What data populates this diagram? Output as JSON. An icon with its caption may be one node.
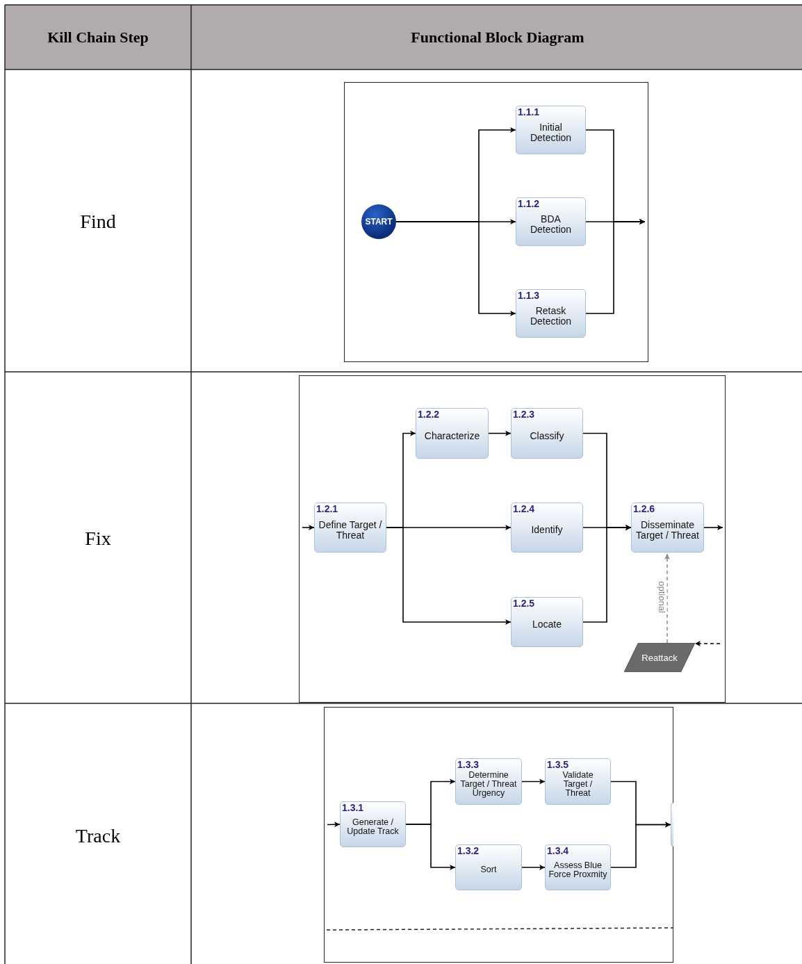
{
  "diagram": {
    "nodes": [
      {
        "text": [
          "START"
        ]
      },
      {
        "text": [
          "1.1.1",
          "Initial Detection"
        ]
      },
      {
        "text": [
          "1.1.2",
          "BDA Detection"
        ]
      },
      {
        "text": [
          "1.1.3",
          "Retask Detection"
        ]
      },
      {
        "text": [
          "1.2.1",
          "Define Target / Threat"
        ]
      },
      {
        "text": [
          "1.2.2",
          "Characterize"
        ]
      },
      {
        "text": [
          "1.2.3",
          "Classify"
        ]
      },
      {
        "text": [
          "1.2.4",
          "Identify"
        ]
      },
      {
        "text": [
          "1.2.5",
          "Locate"
        ]
      },
      {
        "text": [
          "1.2.6",
          "Disseminate Target / Threat"
        ]
      },
      {
        "text": [
          "Reattack"
        ]
      },
      {
        "text": [
          "1.3.1",
          "Generate / Update Track"
        ]
      },
      {
        "text": [
          "1.3.3",
          "Determine Target / Threat Urgency"
        ]
      },
      {
        "text": [
          "1.3.5",
          "Validate Target / Threat"
        ]
      },
      {
        "text": [
          "1.3.2",
          "Sort"
        ]
      },
      {
        "text": [
          "1.3.4",
          "Assess Blue Force Proxmity"
        ]
      },
      {
        "text": [],
        "shape": "box"
      }
    ],
    "edges": [
      {
        "from": 0,
        "to": 1,
        "arrow": "to"
      },
      {
        "from": 0,
        "to": 2,
        "arrow": "to"
      },
      {
        "from": 0,
        "to": 3,
        "arrow": "to"
      },
      {
        "from": 1,
        "to": null,
        "arrow": "to"
      },
      {
        "from": 2,
        "to": null,
        "arrow": "to"
      },
      {
        "from": 3,
        "to": null,
        "arrow": "to"
      },
      {
        "from": null,
        "to": 4,
        "arrow": "to"
      },
      {
        "from": 4,
        "to": 5,
        "arrow": "to"
      },
      {
        "from": 4,
        "to": 7,
        "arrow": "to"
      },
      {
        "from": 4,
        "to": 8,
        "arrow": "to"
      },
      {
        "from": 5,
        "to": 6,
        "arrow": "to"
      },
      {
        "from": 6,
        "to": 9,
        "arrow": "to"
      },
      {
        "from": 7,
        "to": 9,
        "arrow": "to"
      },
      {
        "from": 8,
        "to": 9,
        "arrow": "to"
      },
      {
        "from": 9,
        "to": null,
        "arrow": "to"
      },
      {
        "from": 10,
        "to": 9,
        "arrow": "to",
        "label": "optional",
        "style": "dashed",
        "color": "#888888"
      },
      {
        "from": null,
        "to": 10,
        "arrow": "to",
        "style": "dashed"
      },
      {
        "from": null,
        "to": 11,
        "arrow": "to"
      },
      {
        "from": 11,
        "to": 12,
        "arrow": "to"
      },
      {
        "from": 11,
        "to": 14,
        "arrow": "to"
      },
      {
        "from": 12,
        "to": 13,
        "arrow": "to"
      },
      {
        "from": 14,
        "to": 15,
        "arrow": "to"
      },
      {
        "from": 13,
        "to": 16,
        "arrow": "to"
      },
      {
        "from": 15,
        "to": 16,
        "arrow": "to"
      }
    ],
    "labels": [
      "Kill Chain Step",
      "Functional Block Diagram",
      "Find",
      "Fix",
      "Track"
    ]
  }
}
